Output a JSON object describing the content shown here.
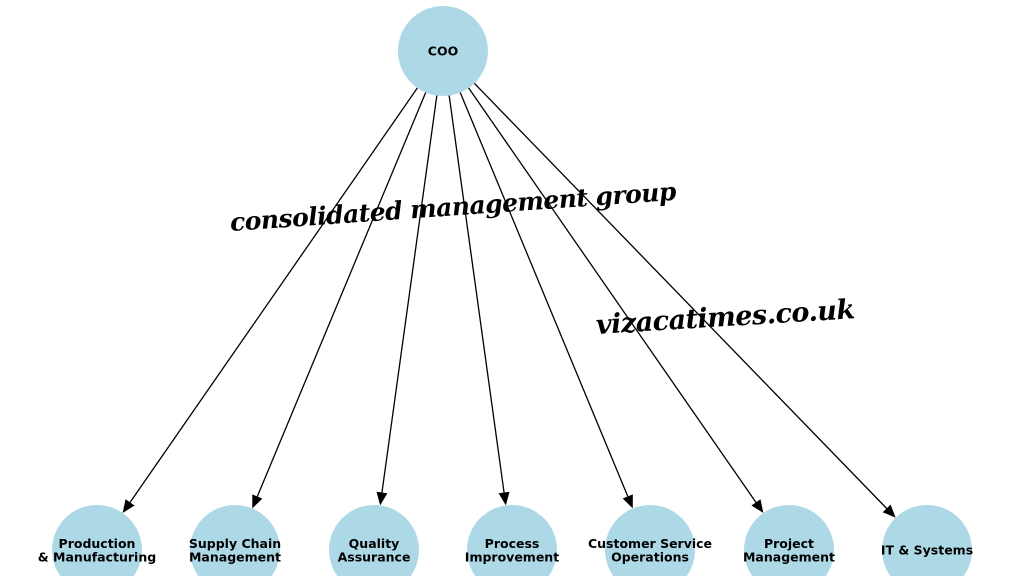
{
  "diagram": {
    "title": "",
    "node_color": "#add8e6",
    "edge_color": "#000000",
    "root": {
      "id": "coo",
      "label": "COO"
    },
    "children": [
      {
        "id": "production",
        "label_lines": [
          "Production",
          "& Manufacturing"
        ]
      },
      {
        "id": "supply-chain",
        "label_lines": [
          "Supply Chain",
          "Management"
        ]
      },
      {
        "id": "quality",
        "label_lines": [
          "Quality",
          "Assurance"
        ]
      },
      {
        "id": "process",
        "label_lines": [
          "Process",
          "Improvement"
        ]
      },
      {
        "id": "customer-service",
        "label_lines": [
          "Customer Service",
          "Operations"
        ]
      },
      {
        "id": "project",
        "label_lines": [
          "Project",
          "Management"
        ]
      },
      {
        "id": "it-systems",
        "label_lines": [
          "IT & Systems"
        ]
      }
    ],
    "edges": [
      {
        "from": "coo",
        "to": "production"
      },
      {
        "from": "coo",
        "to": "supply-chain"
      },
      {
        "from": "coo",
        "to": "quality"
      },
      {
        "from": "coo",
        "to": "process"
      },
      {
        "from": "coo",
        "to": "customer-service"
      },
      {
        "from": "coo",
        "to": "project"
      },
      {
        "from": "coo",
        "to": "it-systems"
      }
    ]
  },
  "watermarks": {
    "primary": "consolidated management group",
    "secondary": "vizacatimes.co.uk"
  }
}
